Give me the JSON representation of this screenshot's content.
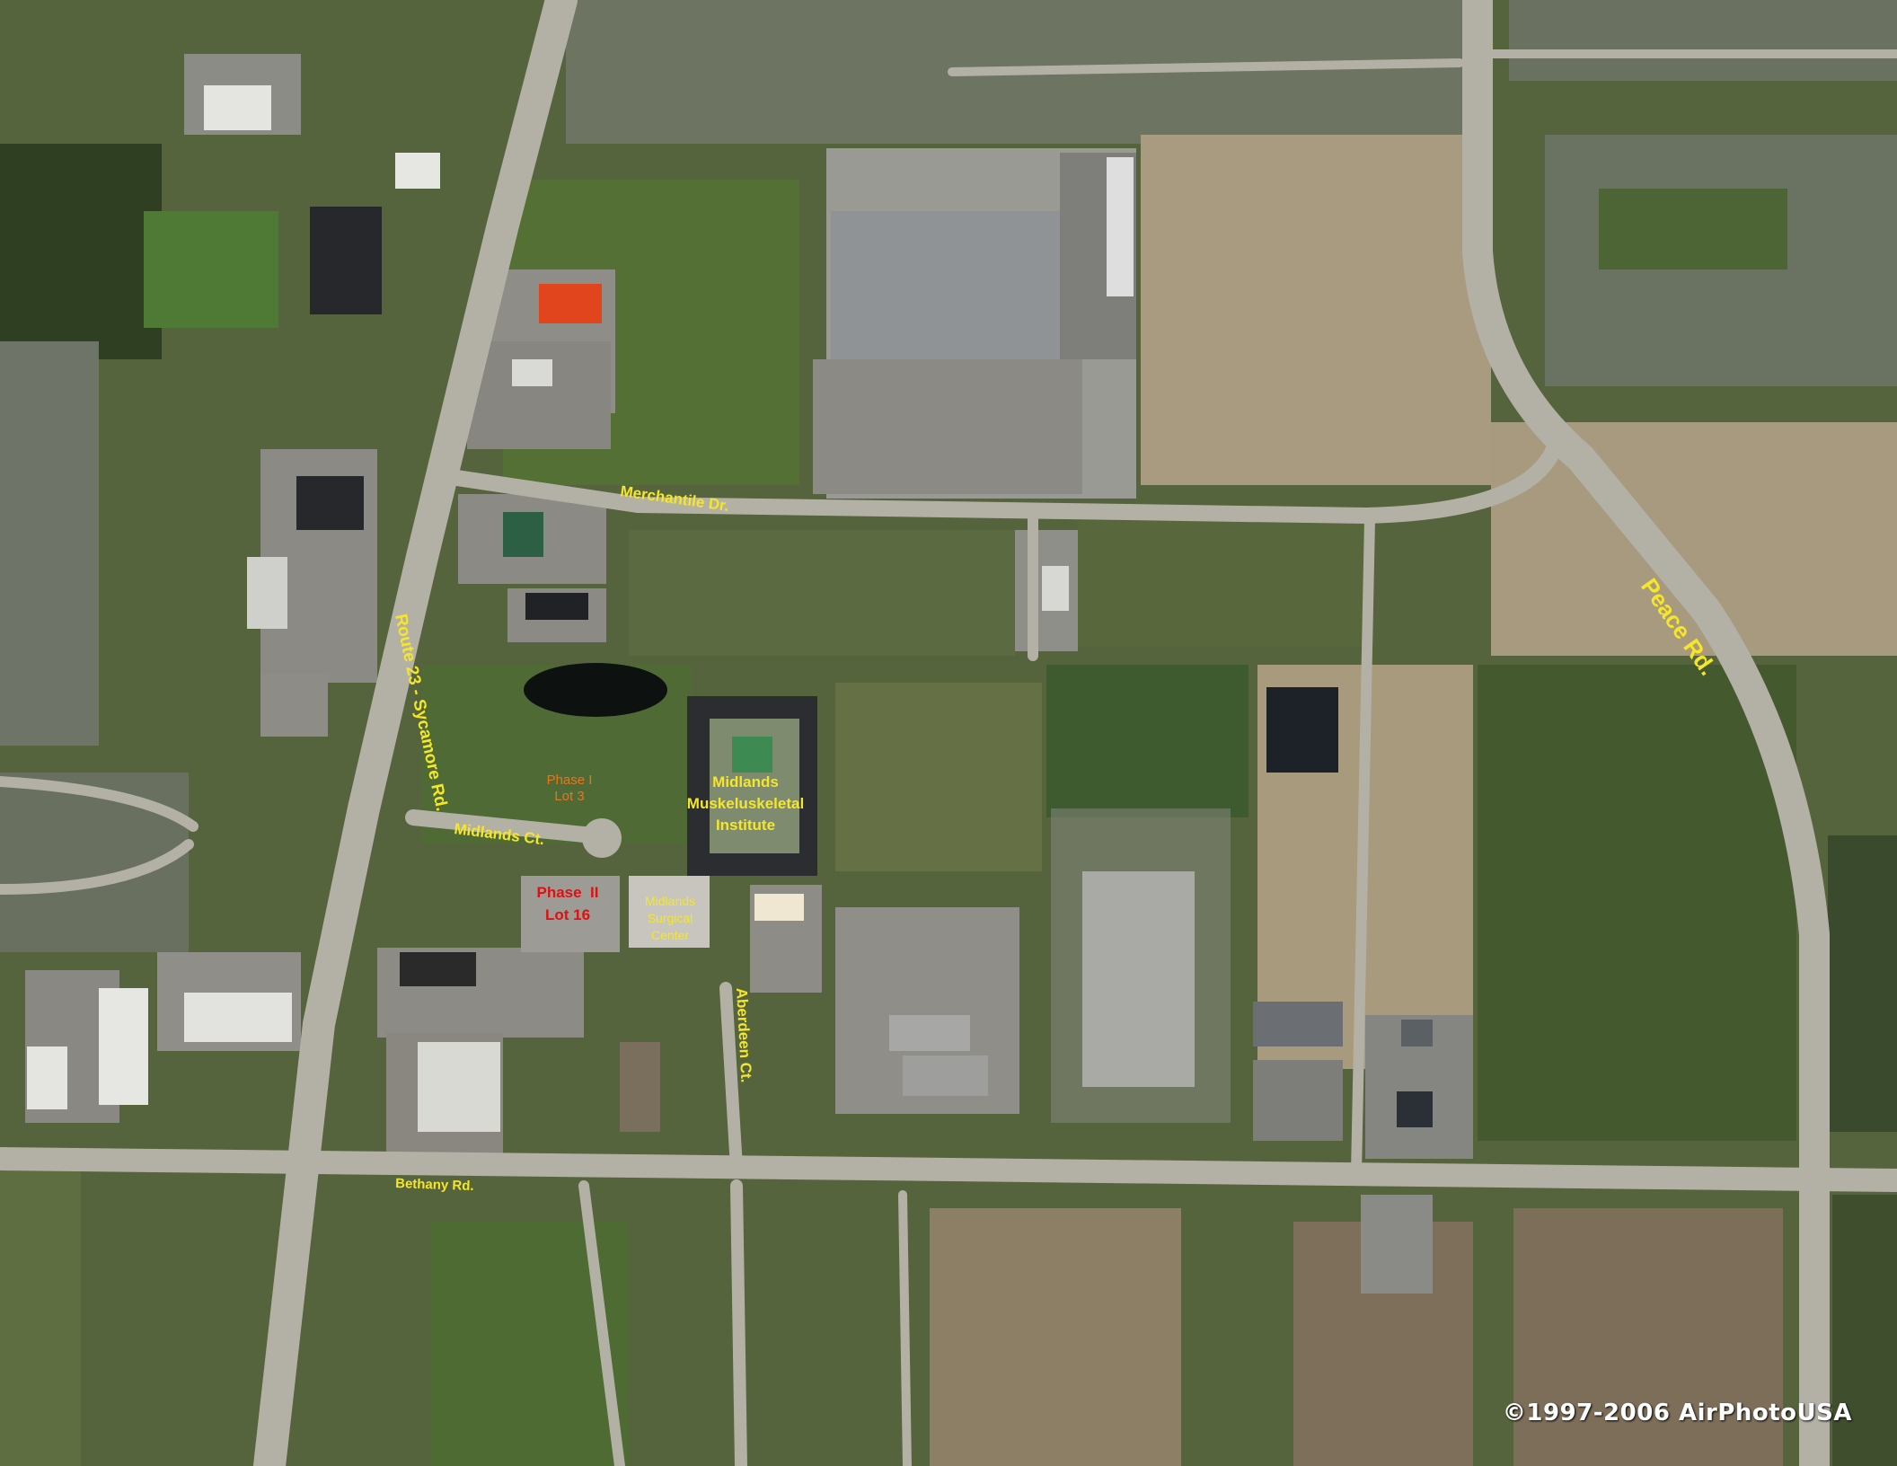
{
  "map": {
    "roads": {
      "route23": "Route 23 - Sycamore Rd.",
      "merchantile": "Merchantile Dr.",
      "peace": "Peace Rd.",
      "midlands_ct": "Midlands Ct.",
      "aberdeen": "Aberdeen Ct.",
      "bethany": "Bethany Rd."
    },
    "sites": {
      "phase1_line1": "Phase I",
      "phase1_line2": "Lot 3",
      "phase2_line1": "Phase  II",
      "phase2_line2": "Lot 16",
      "msk_line1": "Midlands",
      "msk_line2": "Muskeluskeletal",
      "msk_line3": "Institute",
      "surg_line1": "Midlands",
      "surg_line2": "Surgical",
      "surg_line3": "Center"
    },
    "credit": "©1997-2006 AirPhotoUSA"
  },
  "colors": {
    "road_label": "#f5e629",
    "phase1_label": "#e8761e",
    "phase2_label": "#e01010",
    "road_fill": "#b3b1a6",
    "grass": "#55693a",
    "dirt": "#a99b80"
  }
}
